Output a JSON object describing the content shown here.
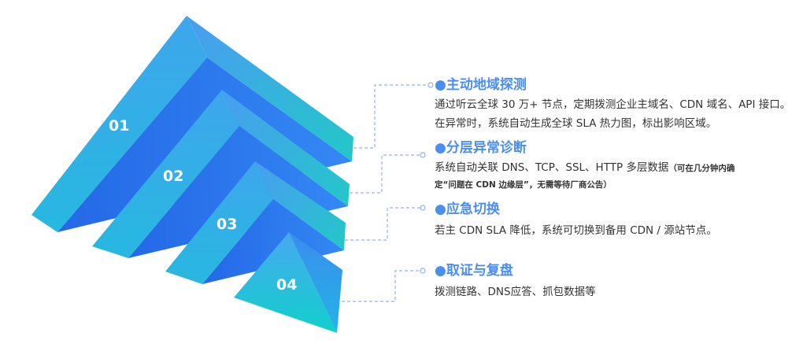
{
  "colors": {
    "title": "#4a8ef0",
    "text": "#333333",
    "connector": "#8fb0f5"
  },
  "steps": [
    {
      "number": "01",
      "title": "●主动地域探测",
      "lines": [
        "通过听云全球 30 万+ 节点，定期拨测企业主域名、CDN 域名、API 接口。",
        "在异常时，系统自动生成全球 SLA 热力图，标出影响区域。"
      ]
    },
    {
      "number": "02",
      "title": "●分层异常诊断",
      "lines": [
        "系统自动关联 DNS、TCP、SSL、HTTP 多层数据"
      ],
      "note_a": "（可在几分钟内确",
      "note_b": "定“问题在 CDN 边缘层”，无需等待厂商公告）"
    },
    {
      "number": "03",
      "title": "●应急切换",
      "lines": [
        "若主 CDN SLA 降低，系统可切换到备用 CDN / 源站节点。"
      ]
    },
    {
      "number": "04",
      "title": "●取证与复盘",
      "lines": [
        "拨测链路、DNS应答、抓包数据等"
      ]
    }
  ]
}
